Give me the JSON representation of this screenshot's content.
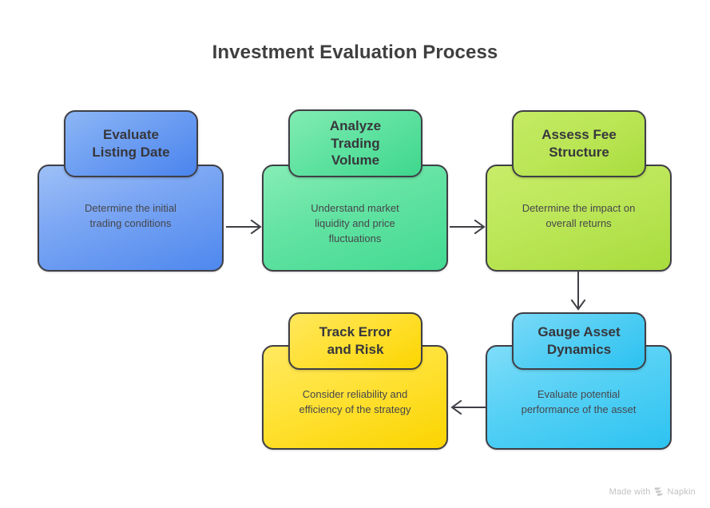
{
  "page": {
    "title": "Investment Evaluation Process",
    "background_color": "#ffffff",
    "title_color": "#3f3f3f"
  },
  "diagram": {
    "type": "process-flow",
    "node_count": 5,
    "nodes": [
      {
        "id": "evaluate-listing-date",
        "heading": "Evaluate\nListing Date",
        "description": "Determine the initial\ntrading conditions",
        "color": "#6e9ff2",
        "color_name": "blue",
        "order": 1
      },
      {
        "id": "analyze-trading-volume",
        "heading": "Analyze\nTrading\nVolume",
        "description": "Understand market\nliquidity and price\nfluctuations",
        "color": "#5fe2a0",
        "color_name": "green",
        "order": 2
      },
      {
        "id": "assess-fee-structure",
        "heading": "Assess Fee\nStructure",
        "description": "Determine the impact on\noverall returns",
        "color": "#bbe656",
        "color_name": "lime",
        "order": 3
      },
      {
        "id": "gauge-asset-dynamics",
        "heading": "Gauge Asset\nDynamics",
        "description": "Evaluate potential\nperformance of the asset",
        "color": "#52cef4",
        "color_name": "cyan",
        "order": 4
      },
      {
        "id": "track-error-and-risk",
        "heading": "Track Error\nand Risk",
        "description": "Consider reliability and\nefficiency of the strategy",
        "color": "#ffe033",
        "color_name": "yellow",
        "order": 5
      }
    ],
    "connectors": [
      {
        "id": "c1",
        "from": "evaluate-listing-date",
        "to": "analyze-trading-volume",
        "direction": "right"
      },
      {
        "id": "c2",
        "from": "analyze-trading-volume",
        "to": "assess-fee-structure",
        "direction": "right"
      },
      {
        "id": "c3",
        "from": "assess-fee-structure",
        "to": "gauge-asset-dynamics",
        "direction": "down"
      },
      {
        "id": "c4",
        "from": "gauge-asset-dynamics",
        "to": "track-error-and-risk",
        "direction": "left"
      }
    ],
    "connector_color": "#3f3f46"
  },
  "watermark": {
    "prefix": "Made with",
    "brand": "Napkin",
    "logo_icon": "napkin-chevron-logo",
    "color": "#c2c2c4"
  }
}
